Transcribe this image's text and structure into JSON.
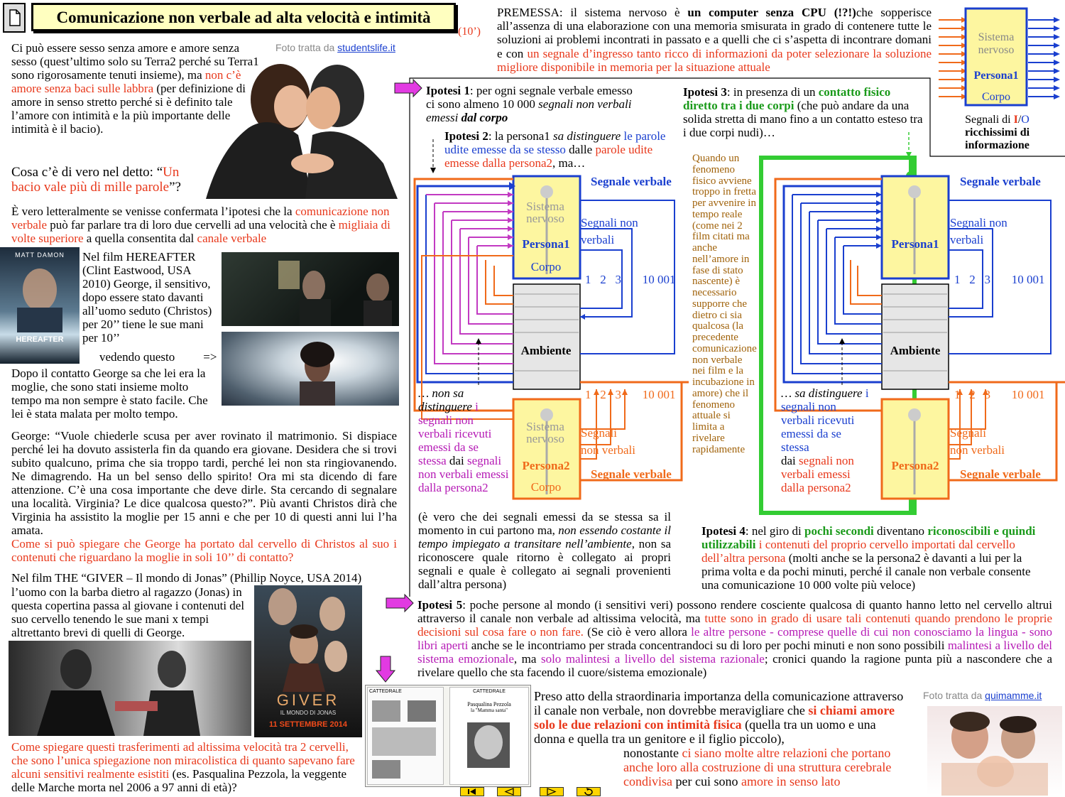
{
  "header": {
    "title": "Comunicazione non verbale ad alta velocità e intimità",
    "duration": "(10’)"
  },
  "premessa": {
    "p1": "PREMESSA: il sistema nervoso è ",
    "b1": "un computer senza CPU (!?!)",
    "p2": "che sopperisce all’assenza di una elaborazione con una memoria smisurata in grado di contenere tutte le soluzioni ai problemi incontrati in passato e a quelli che ci s’aspetta di incontrare domani  e con ",
    "r1": "un segnale d’ingresso tanto ricco di informazioni da poter selezionare la soluzione migliore disponibile in memoria per la situazione attuale"
  },
  "io_box": {
    "sistema": "Sistema nervoso",
    "persona": "Persona1",
    "corpo": "Corpo",
    "caption_a": "Segnali di ",
    "I": "I",
    "slash": "/",
    "O": "O",
    "caption_b": "ricchissimi di informazione"
  },
  "left": {
    "photo_credit_a": "Foto tratta da ",
    "photo_credit_link": "studentslife.it",
    "intro_a": "Ci può essere sesso senza amore e amore senza sesso  (quest’ultimo solo su Terra2 perché su Terra1 sono rigorosamente tenuti insieme),  ma ",
    "intro_red": "non c’è amore senza baci sulle labbra",
    "intro_b": "  (per definizione di amore in senso stretto perché si è definito tale l’amore con intimità e la più importante delle intimità è il bacio).",
    "q_a": "Cosa c’è di vero nel detto: “",
    "q_red": "Un bacio vale più di mille parole",
    "q_b": "”?",
    "vero_a": "È vero letteralmente se venisse confermata l’ipotesi che la ",
    "vero_red1": "comunicazione non verbale",
    "vero_b": " può far parlare tra di loro due cervelli ad una velocità che è ",
    "vero_red2": "migliaia di volte superiore",
    "vero_c": " a quella consentita dal ",
    "vero_red3": "canale verbale",
    "poster_actor": "MATT DAMON",
    "poster_title": "HEREAFTER",
    "film1": "Nel film HEREAFTER (Clint Eastwood, USA 2010)  George, il sensitivo, dopo essere stato davanti all’uomo seduto (Christos) per 20’’ tiene le sue mani per 10’’",
    "vedendo": "vedendo questo",
    "arrow": "=>",
    "dopo": "Dopo il contatto George sa che lei era la moglie, che sono stati insieme molto tempo ma non sempre è stato facile. Che lei è stata malata per molto tempo.",
    "george": "George: “Vuole chiederle scusa per aver rovinato il matrimonio. Si dispiace perché lei ha dovuto assisterla fin da quando era giovane. Desidera che si trovi subito qualcuno, prima che sia troppo tardi, perché lei non sta ringiovanendo. Ne dimagrendo. Ha un bel senso dello spirito! Ora mi sta dicendo di fare attenzione. C’è una cosa importante che deve dirle. Sta cercando di segnalare una località. Virginia? Le dice qualcosa questo?”.  Più avanti Christos dirà che Virginia ha assistito la moglie per 15 anni e che per 10 di questi anni lui l’ha amata.",
    "george_red": "Come si può spiegare che George ha portato dal cervello di Christos al suo i contenuti che riguardano la moglie in soli 10’’ di contatto?",
    "giver_a": "Nel film THE “GIVER – Il mondo di Jonas” (Phillip Noyce, USA 2014)",
    "giver_b": "l’uomo con la barba dietro al ragazzo (Jonas) in questa copertina passa al giovane i contenuti del suo cervello tenendo le sue mani x tempi altrettanto brevi di quelli di George.",
    "giver_poster": "GIVER",
    "giver_sub": "IL MONDO DI JONAS",
    "giver_date": "11 SETTEMBRE 2014",
    "final_red": "Come spiegare questi trasferimenti ad altissima velocità tra 2 cervelli, che sono l’unica spiegazione non miracolistica di quanto sapevano fare alcuni sensitivi realmente esistiti",
    "final_b": " (es. Pasqualina Pezzola, la veggente delle Marche morta nel 2006 a 97 anni di età)?"
  },
  "ipotesi1": {
    "lead": "Ipotesi 1",
    "a": ": per ogni segnale verbale emesso ci sono almeno 10 000 ",
    "b": "segnali non verbali emessi ",
    "c": "dal corpo"
  },
  "ipotesi2": {
    "lead": "Ipotesi 2",
    "a": ": la persona1 ",
    "b": "sa distinguere",
    "blue": " le parole udite emesse da se stesso",
    "c": " dalle ",
    "red": "parole udite emesse dalla persona2",
    "d": ", ma…"
  },
  "ipotesi3": {
    "lead": "Ipotesi 3",
    "a": ": in presenza di un ",
    "green": "contatto fisico diretto tra i due corpi",
    "b": " (che può andare da una solida stretta di mano fino a un contatto esteso tra i due corpi nudi)…"
  },
  "diagram": {
    "sistema": "Sistema nervoso",
    "persona1": "Persona1",
    "persona2": "Persona2",
    "corpo": "Corpo",
    "ambiente": "Ambiente",
    "segnale_verbale": "Segnale verbale",
    "segnali_nv_a": "Segnali non",
    "segnali_nv_b": "verbali",
    "segnali": "Segnali",
    "non_verbali": "non verbali",
    "n1": "1",
    "n2": "2",
    "n3": "3",
    "n4": "10 001",
    "colors": {
      "blue": "#1a3fcf",
      "orange": "#f06a1a",
      "magenta": "#c23ac2",
      "green": "#33cc33",
      "yellow": "#fdf6a0",
      "gray": "#e6e6e6"
    }
  },
  "nonsa": {
    "a": "… non sa distinguere",
    "blue": " i",
    "mag": "segnali non verbali ricevuti emessi da se stessa",
    "b": " dai",
    "mag2": "segnali non verbali emessi dalla persona2"
  },
  "sa": {
    "a": "… sa distinguere",
    "blue1": " i segnali non verbali ricevuti emessi da se stessa",
    "b": "dai ",
    "red": "segnali non verbali emessi dalla persona2"
  },
  "middle_note": "Quando un fenomeno fisico avviene troppo in fretta per avvenire in tempo reale (come nei 2 film citati ma anche nell’amore in fase di stato nascente)  è necessario supporre che dietro ci sia qualcosa (la precedente comunicazione non verbale nei film e la incubazione in amore) che il fenomeno attuale si limita a rivelare rapidamente",
  "evero": {
    "a": "(è vero che dei segnali emessi da se stessa sa il momento in cui partono  ma, ",
    "i": "non essendo costante il tempo impiegato a transitare nell’ambiente",
    "b": ", non sa riconoscere quale ritorno è collegato ai propri segnali e quale è collegato ai segnali provenienti dall’altra persona)"
  },
  "ipotesi4": {
    "lead": "Ipotesi 4",
    "a": ": nel giro di ",
    "g1": "pochi secondi",
    "b": " diventano ",
    "g2": "riconoscibili e quindi utilizzabili",
    "r": " i contenuti del proprio cervello importati dal cervello dell’altra persona",
    "c": " (molti anche se la persona2 è davanti a lui per la prima volta e da pochi minuti, perché il canale non verbale consente una comunicazione 10 000 volte più veloce)"
  },
  "ipotesi5": {
    "lead": "Ipotesi 5",
    "a": ": poche persone al mondo (i sensitivi veri) possono rendere cosciente qualcosa di quanto hanno letto nel cervello altrui attraverso il canale non verbale ad altissima velocità,  ma ",
    "r": "tutte sono in grado di usare tali contenuti quando prendono le proprie decisioni sul cosa fare o non fare.",
    "b": "   (Se ciò è vero allora ",
    "m1": "le altre persone - comprese quelle di cui non conosciamo la lingua - sono libri aperti",
    "c": " anche se le incontriamo per strada concentrandoci su di loro per pochi minuti  e non sono possibili ",
    "m2": "malintesi a livello del sistema emozionale",
    "d": ", ma ",
    "m3": "solo malintesi a livello del sistema razionale",
    "e": "; cronici quando la ragione punta più a nascondere che a rivelare quello che sta facendo il cuore/sistema emozionale)"
  },
  "bottom": {
    "a": "Preso atto della straordinaria importanza della comunicazione attraverso il canale non verbale, non dovrebbe meravigliare che ",
    "red": "si chiami amore solo le due relazioni con intimità fisica",
    "b": " (quella tra un uomo e una donna e quella tra un genitore e il figlio piccolo),",
    "c": "nonostante ",
    "red2": "ci siano molte altre relazioni che portano anche loro alla costruzione di una struttura cerebrale condivisa",
    "d": " per cui sono ",
    "red3": "amore in senso lato",
    "credit_a": "Foto tratta da ",
    "credit_link": "quimamme.it",
    "book_title": "CATTEDRALE",
    "book_name": "Pasqualina Pezzola",
    "book_sub": "la \"Mamma santa\""
  }
}
